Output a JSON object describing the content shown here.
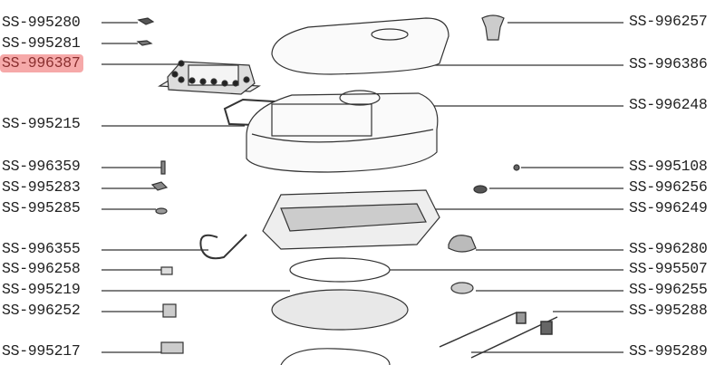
{
  "highlight_color": "#f6a9a9",
  "left_labels": [
    {
      "code": "SS-995280"
    },
    {
      "code": "SS-995281"
    },
    {
      "code": "SS-996387",
      "highlighted": true
    },
    {
      "code": "SS-995215"
    },
    {
      "code": "SS-996359"
    },
    {
      "code": "SS-995283"
    },
    {
      "code": "SS-995285"
    },
    {
      "code": "SS-996355"
    },
    {
      "code": "SS-996258"
    },
    {
      "code": "SS-995219"
    },
    {
      "code": "SS-996252"
    },
    {
      "code": "SS-995217"
    }
  ],
  "right_labels": [
    {
      "code": "SS-996257"
    },
    {
      "code": "SS-996386"
    },
    {
      "code": "SS-996248"
    },
    {
      "code": "SS-995108"
    },
    {
      "code": "SS-996256"
    },
    {
      "code": "SS-996249"
    },
    {
      "code": "SS-996280"
    },
    {
      "code": "SS-995507"
    },
    {
      "code": "SS-996255"
    },
    {
      "code": "SS-995288"
    },
    {
      "code": "SS-995289"
    }
  ]
}
